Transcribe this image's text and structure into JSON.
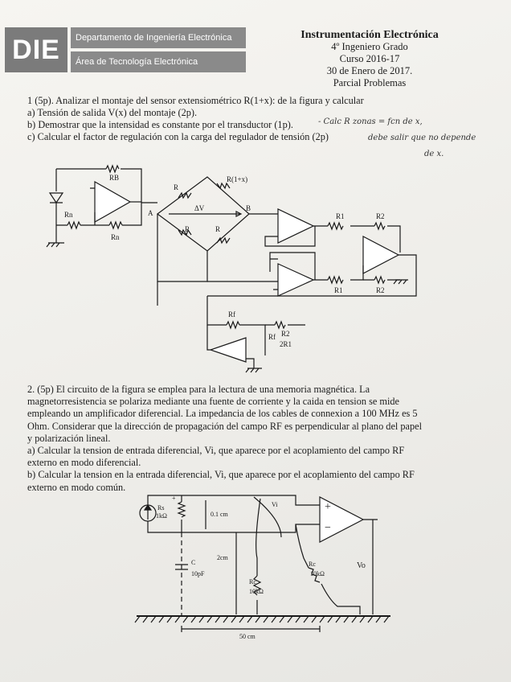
{
  "header": {
    "logo_text": "DIE",
    "dept": "Departamento de Ingeniería Electrónica",
    "area": "Área de Tecnología Electrónica",
    "course_title": "Instrumentación Electrónica",
    "grade": "4º Ingeniero Grado",
    "year": "Curso 2016-17",
    "date": "30 de Enero de 2017.",
    "exam": "Parcial Problemas"
  },
  "problem1": {
    "statement": "1 (5p).  Analizar el montaje del sensor extensiométrico R(1+x): de la figura y calcular",
    "a": "a) Tensión de salida V(x) del montaje (2p).",
    "b": "b) Demostrar que la intensidad es constante por el transductor (1p).",
    "c": "c) Calcular el factor de regulación con la carga del regulador de tensión (2p)",
    "handwritten_1": "- Calc R zonas = fcn de x,",
    "handwritten_2": "debe salir que no depende",
    "handwritten_3": "de x."
  },
  "circuit1": {
    "labels": {
      "rb_top": "RB",
      "rn_left": "Rn",
      "rn_bottom": "Rn",
      "r_left_top": "R",
      "r_1x": "R(1+x)",
      "node_a": "A",
      "node_b": "B",
      "dv": "ΔV",
      "r_bottom_left": "R",
      "r_bottom_right": "R",
      "r1_top": "R1",
      "r2_top": "R2",
      "r1_bottom": "R1",
      "r2_bottom": "R2",
      "rf_top": "Rf",
      "rf_mid": "Rf",
      "r2_frac_num": "R2",
      "r2_frac_den": "2R1"
    }
  },
  "problem2": {
    "statement_lines": [
      "2.  (5p) El circuito de la figura se emplea para la lectura de una memoria magnética. La",
      "magnetorresistencia se polariza mediante una fuente de corriente y la caida en tension se mide",
      "empleando un amplificador diferencial. La impedancia de los cables de connexion a 100 MHz es 5",
      "Ohm. Considerar que la dirección de propagación del campo RF es perpendicular al plano del papel",
      "y polarización lineal."
    ],
    "a_lines": [
      "a) Calcular la tension de entrada diferencial, Vi, que aparece por el acoplamiento del campo RF",
      "externo en modo diferencial."
    ],
    "b_lines": [
      "b) Calcular la tension en la entrada diferencial, Vi, que aparece por el acoplamiento del campo RF",
      "externo en modo común."
    ]
  },
  "circuit2": {
    "labels": {
      "rs": "Rs",
      "rs_val": "1kΩ",
      "dist_01": "0.1 cm",
      "vi": "Vi",
      "plus": "+",
      "minus": "−",
      "dist_2": "2cm",
      "cap": "C",
      "cap_val": "10pF",
      "rc_right": "Rc",
      "rc_right_val": "10kΩ",
      "rc_left": "Rc",
      "rc_left_val": "10kΩ",
      "vo": "Vo",
      "dist_50": "50 cm",
      "plus_small": "+"
    }
  }
}
